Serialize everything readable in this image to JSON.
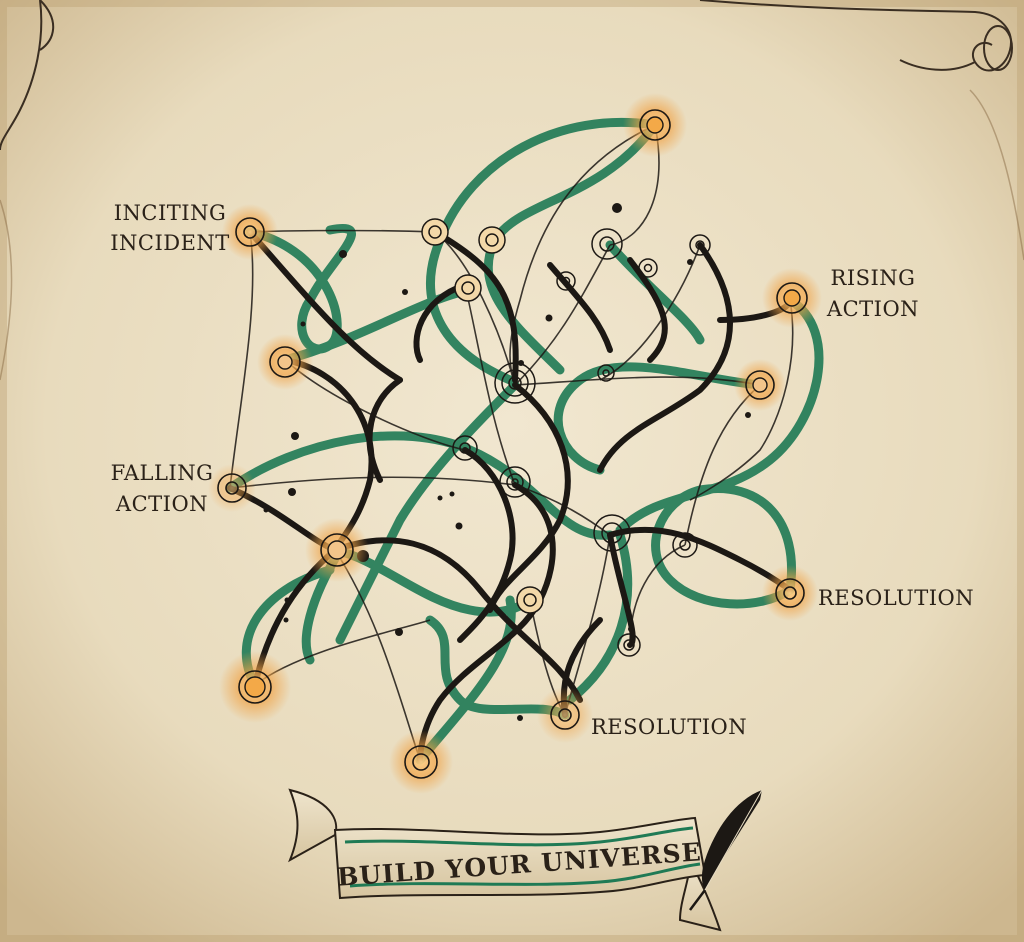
{
  "diagram": {
    "labels": {
      "inciting_incident": [
        "INCITING",
        "INCIDENT"
      ],
      "rising_action": [
        "RISING",
        "ACTION"
      ],
      "falling_action": [
        "FALLING",
        "ACTION"
      ],
      "resolution_right": "RESOLUTION",
      "resolution_bottom": "RESOLUTION"
    },
    "banner": "BUILD YOUR UNIVERSE",
    "colors": {
      "parchment": "#e7dcc3",
      "ink": "#1c1814",
      "green": "#1f7a55",
      "glow": "#f0a347"
    },
    "icons": [
      "scroll-curl-icon",
      "quill-feather-icon"
    ]
  }
}
